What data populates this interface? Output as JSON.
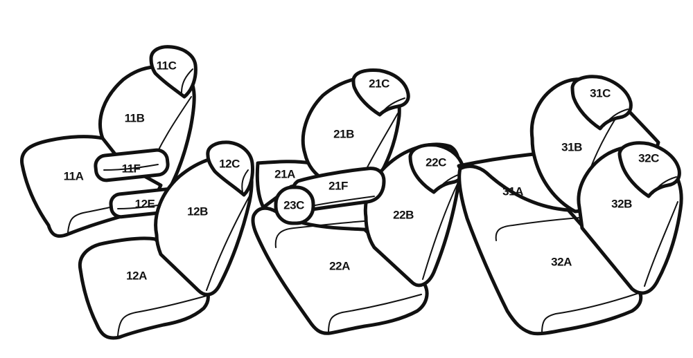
{
  "labels": {
    "11C": "11C",
    "11B": "11B",
    "11A": "11A",
    "11F": "11F",
    "12E": "12E",
    "12C": "12C",
    "12B": "12B",
    "12A": "12A",
    "21C": "21C",
    "21B": "21B",
    "21A": "21A",
    "21F": "21F",
    "23C": "23C",
    "22C": "22C",
    "22B": "22B",
    "22A": "22A",
    "31C": "31C",
    "31B": "31B",
    "31A": "31A",
    "32C": "32C",
    "32B": "32B",
    "32A": "32A"
  },
  "colors": {
    "outline": "#111111",
    "fill": "#ffffff"
  }
}
